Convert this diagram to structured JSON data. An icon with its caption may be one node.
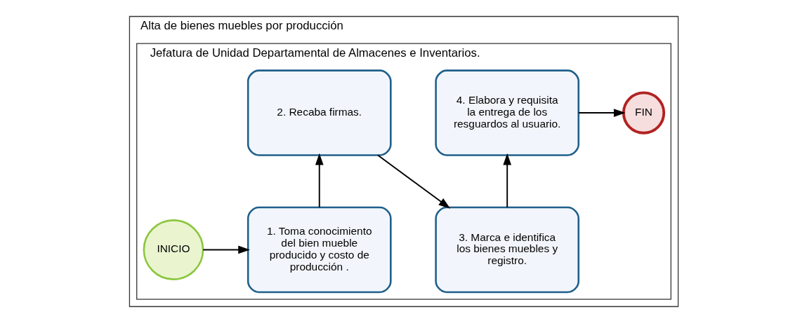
{
  "diagram": {
    "nodes": [
      {
        "text": [
          "Alta de bienes muebles por producción"
        ]
      },
      {
        "text": [
          "Jefatura de Unidad Departamental de Almacenes e Inventarios."
        ],
        "in": 0
      },
      {
        "text": [
          "INICIO"
        ],
        "in": 1
      },
      {
        "text": [
          "1. Toma conocimiento del bien mueble producido y costo de producción ."
        ],
        "in": 1
      },
      {
        "text": [
          "2. Recaba firmas."
        ],
        "in": 1
      },
      {
        "text": [
          "3. Marca e identifica los bienes muebles y registro."
        ],
        "in": 1
      },
      {
        "text": [
          "4. Elabora y requisita la entrega de los resguardos al usuario."
        ],
        "in": 1
      },
      {
        "text": [
          "FIN"
        ],
        "in": 1
      }
    ],
    "edges": [
      {
        "from": 2,
        "to": 3,
        "arrow": "to"
      },
      {
        "from": 3,
        "to": 4,
        "arrow": "to"
      },
      {
        "from": 4,
        "to": 5,
        "arrow": "to"
      },
      {
        "from": 5,
        "to": 6,
        "arrow": "to"
      },
      {
        "from": 6,
        "to": 7,
        "arrow": "to"
      }
    ]
  }
}
